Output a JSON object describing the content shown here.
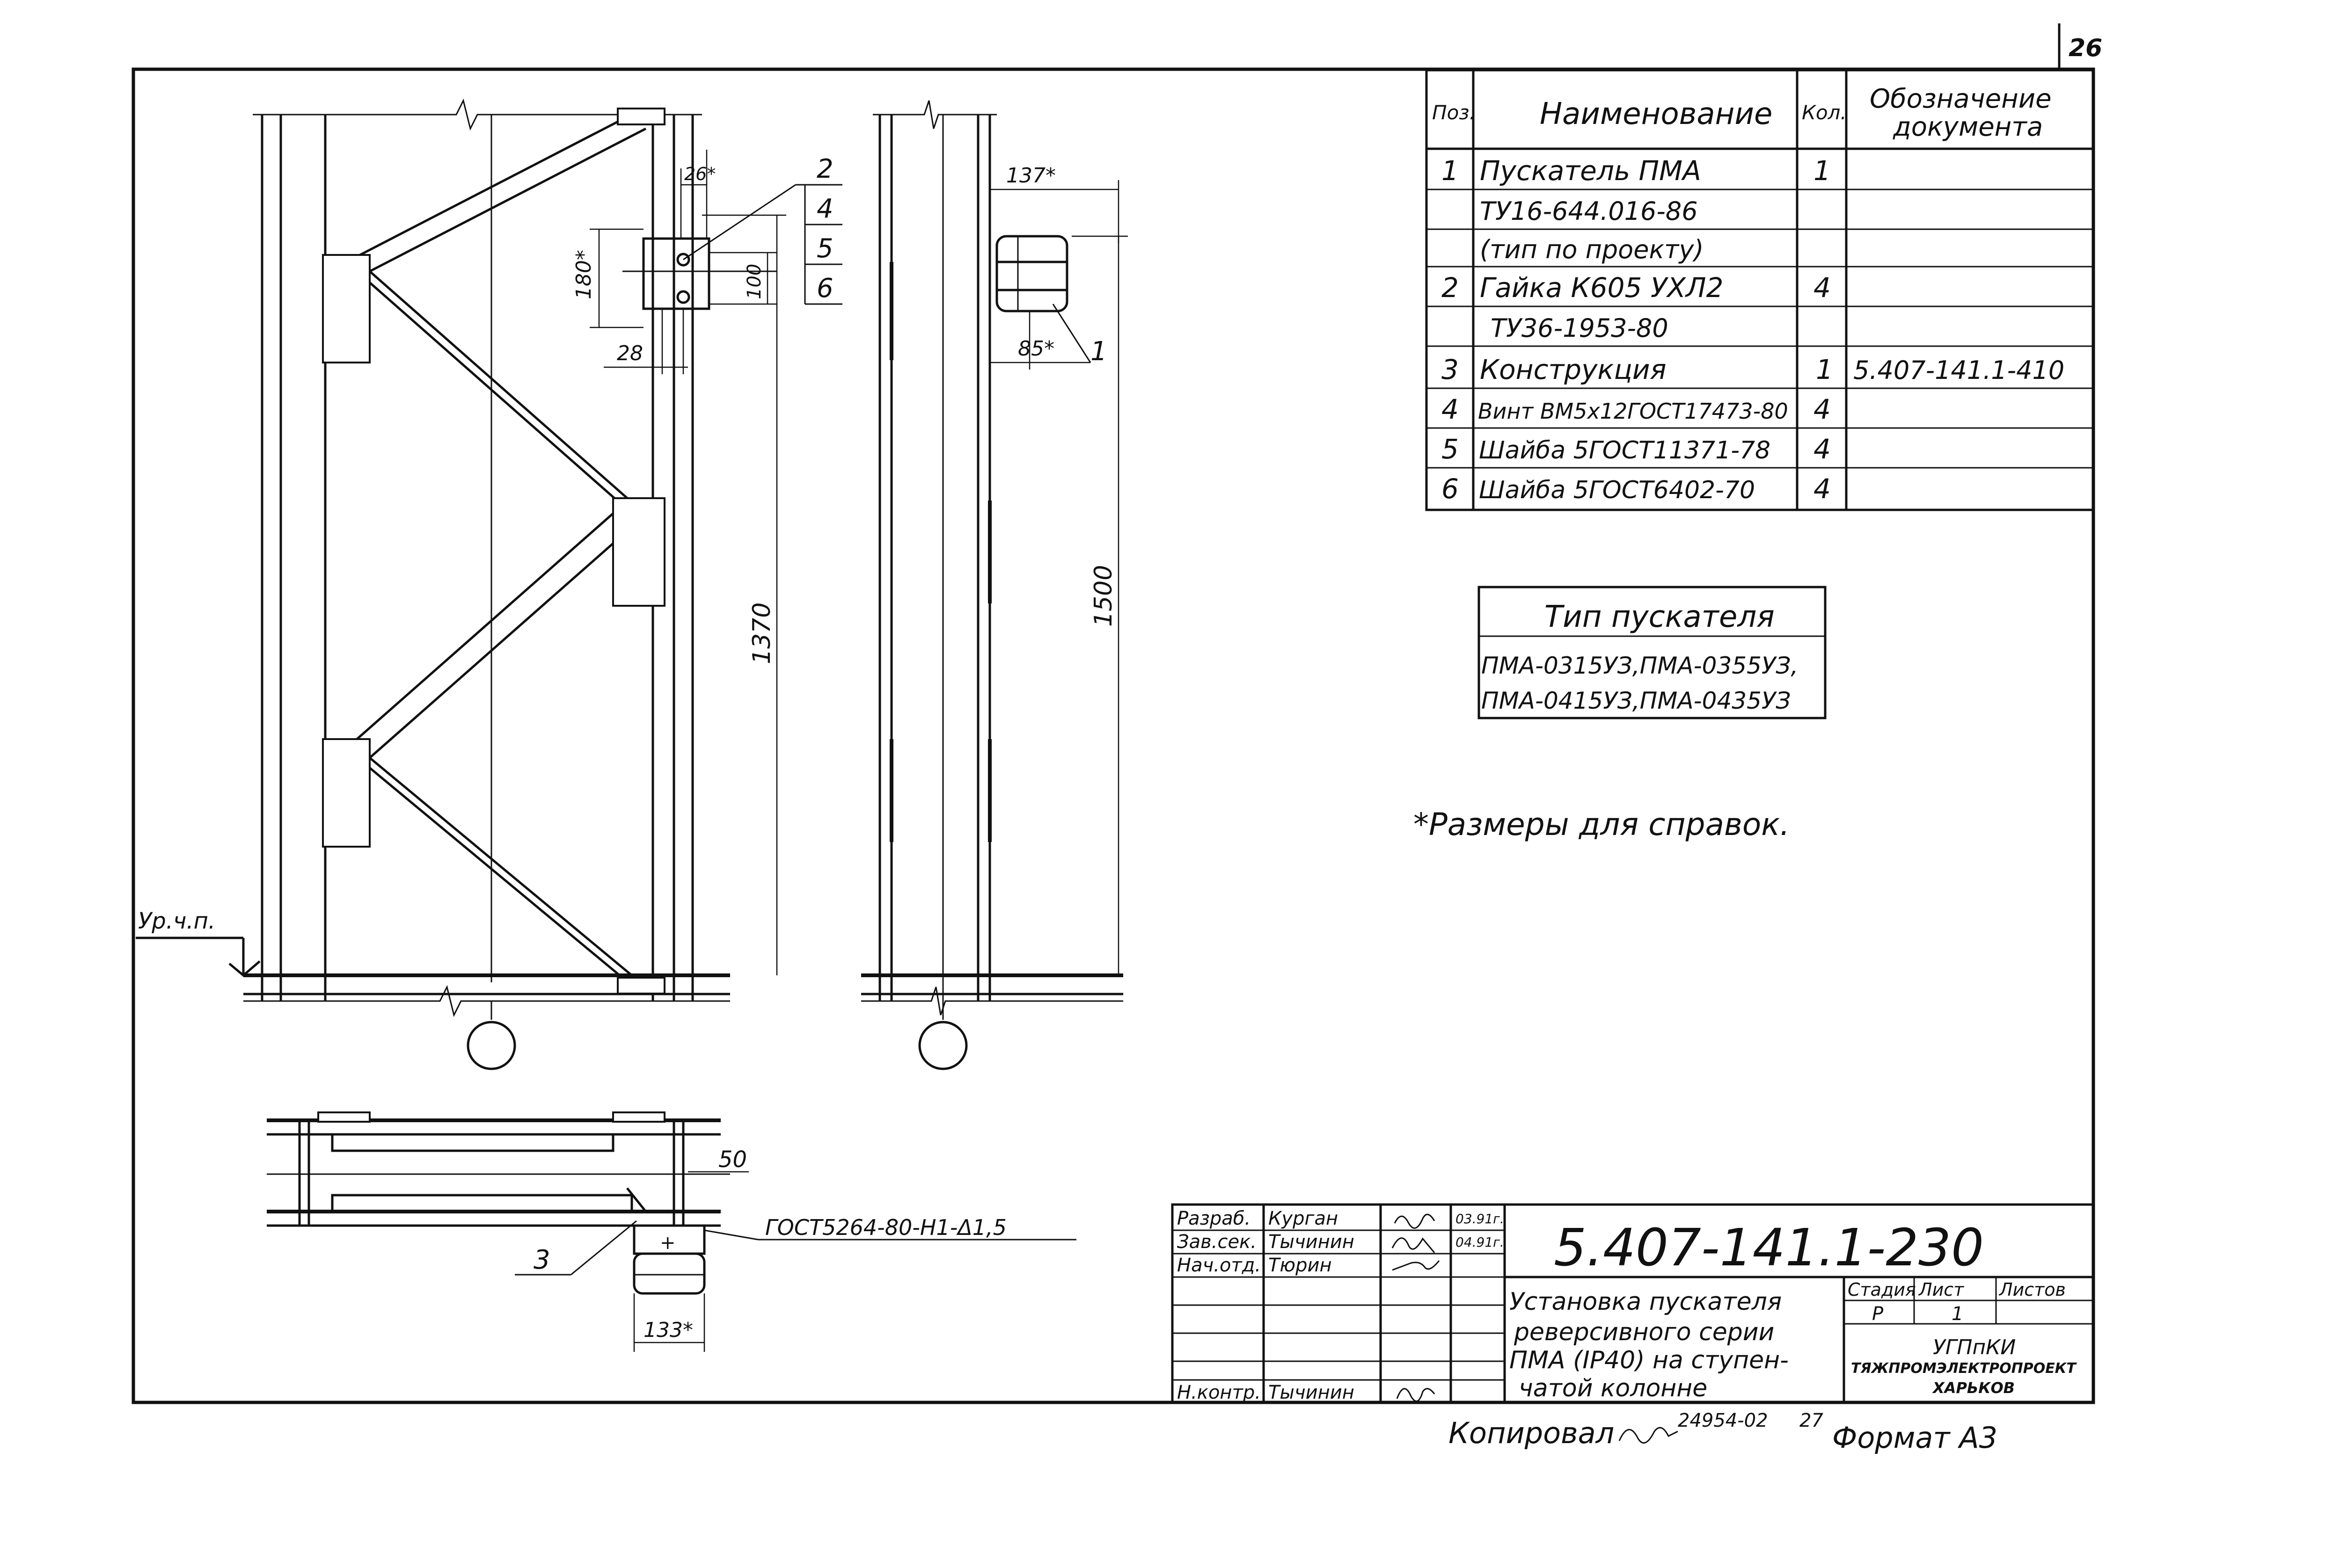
{
  "sheet_number": "26",
  "spec_table": {
    "headers": {
      "pos": "Поз.",
      "name": "Наименование",
      "qty": "Кол.",
      "doc_line1": "Обозначение",
      "doc_line2": "документа"
    },
    "rows": [
      {
        "pos": "1",
        "name": "Пускатель ПМА",
        "qty": "1",
        "doc": ""
      },
      {
        "pos": "",
        "name": "ТУ16-644.016-86",
        "qty": "",
        "doc": ""
      },
      {
        "pos": "",
        "name": "(тип по проекту)",
        "qty": "",
        "doc": ""
      },
      {
        "pos": "2",
        "name": "Гайка К605 УХЛ2",
        "qty": "4",
        "doc": ""
      },
      {
        "pos": "",
        "name": "ТУ36-1953-80",
        "qty": "",
        "doc": ""
      },
      {
        "pos": "3",
        "name": "Конструкция",
        "qty": "1",
        "doc": "5.407-141.1-410"
      },
      {
        "pos": "4",
        "name": "Винт ВМ5х12ГОСТ17473-80",
        "qty": "4",
        "doc": ""
      },
      {
        "pos": "5",
        "name": "Шайба 5ГОСТ11371-78",
        "qty": "4",
        "doc": ""
      },
      {
        "pos": "6",
        "name": "Шайба 5ГОСТ6402-70",
        "qty": "4",
        "doc": ""
      }
    ]
  },
  "starter_type": {
    "title": "Тип пускателя",
    "line1": "ПМА-0315УЗ,ПМА-0355УЗ,",
    "line2": "ПМА-0415УЗ,ПМА-0435УЗ"
  },
  "note": "*Размеры для справок.",
  "dimensions": {
    "d26": "26*",
    "d180": "180*",
    "d100": "100",
    "d28": "28",
    "d137": "137*",
    "d85": "85*",
    "d1370": "1370",
    "d1500": "1500",
    "d50": "50",
    "d133": "133*"
  },
  "callouts": {
    "c2": "2",
    "c4": "4",
    "c5": "5",
    "c6": "6",
    "c1": "1",
    "c3": "3"
  },
  "level_mark": "Ур.ч.п.",
  "weld_note": "ГОСТ5264-80-Н1-Δ1,5",
  "title_block": {
    "roles": [
      {
        "role": "Разраб.",
        "name": "Курган",
        "date": "03.91г."
      },
      {
        "role": "Зав.сек.",
        "name": "Тычинин",
        "date": "04.91г."
      },
      {
        "role": "Нач.отд.",
        "name": "Тюрин",
        "date": ""
      },
      {
        "role": "Н.контр.",
        "name": "Тычинин",
        "date": ""
      }
    ],
    "doc_code": "5.407-141.1-230",
    "title_lines": [
      "Установка пускателя",
      "реверсивного серии",
      "ПМА (IP40) на ступен-",
      "чатой колонне"
    ],
    "stage_label": "Стадия",
    "sheet_label": "Лист",
    "sheets_label": "Листов",
    "stage": "Р",
    "sheet": "1",
    "sheets": "",
    "org_line1": "УГПпКИ",
    "org_line2": "ТЯЖПРОМЭЛЕКТРОПРОЕКТ",
    "org_line3": "ХАРЬКОВ"
  },
  "footer": {
    "copied": "Копировал",
    "inv": "24954-02",
    "page": "27",
    "format": "Формат А3"
  }
}
